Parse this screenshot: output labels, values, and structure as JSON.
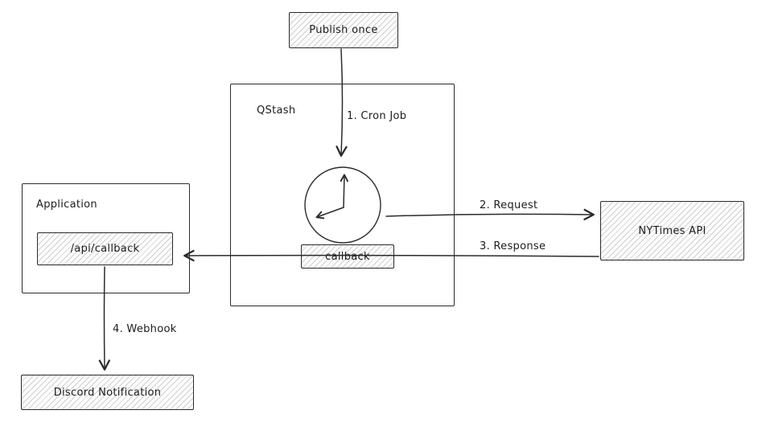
{
  "diagram": {
    "nodes": {
      "publish_once": {
        "label": "Publish once"
      },
      "qstash": {
        "label": "QStash"
      },
      "callback": {
        "label": "callback"
      },
      "application": {
        "label": "Application"
      },
      "api_callback": {
        "label": "/api/callback"
      },
      "nytimes_api": {
        "label": "NYTimes API"
      },
      "discord_notification": {
        "label": "Discord Notification"
      }
    },
    "edges": {
      "cron_job": {
        "label": "1. Cron Job"
      },
      "request": {
        "label": "2. Request"
      },
      "response": {
        "label": "3. Response"
      },
      "webhook": {
        "label": "4. Webhook"
      }
    },
    "colors": {
      "stroke": "#2b2b2b",
      "hatch_line": "#c9c9c9",
      "background": "#ffffff",
      "text": "#1d1d1d"
    }
  }
}
